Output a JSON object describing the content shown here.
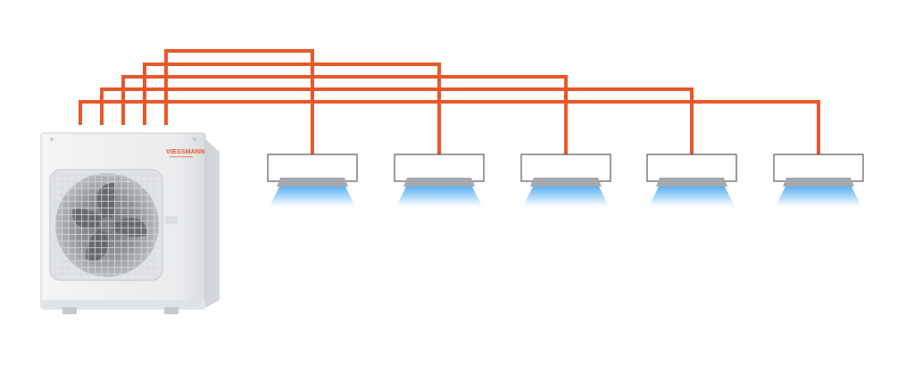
{
  "diagram": {
    "colors": {
      "pipe": "#e8582a",
      "outdoor_unit_body": "#eceef0",
      "indoor_unit_body": "#ffffff",
      "indoor_unit_outline": "#5a5a5a",
      "vent": "#a5a9ad",
      "airflow": "#3fa3f2",
      "brand": "#e8582a"
    },
    "outdoor_unit": {
      "brand_text": "VIESSMANN",
      "icon": "outdoor-condenser-unit"
    },
    "indoor_units": [
      {
        "icon": "wall-mounted-indoor-unit"
      },
      {
        "icon": "wall-mounted-indoor-unit"
      },
      {
        "icon": "wall-mounted-indoor-unit"
      },
      {
        "icon": "wall-mounted-indoor-unit"
      },
      {
        "icon": "wall-mounted-indoor-unit"
      }
    ]
  }
}
